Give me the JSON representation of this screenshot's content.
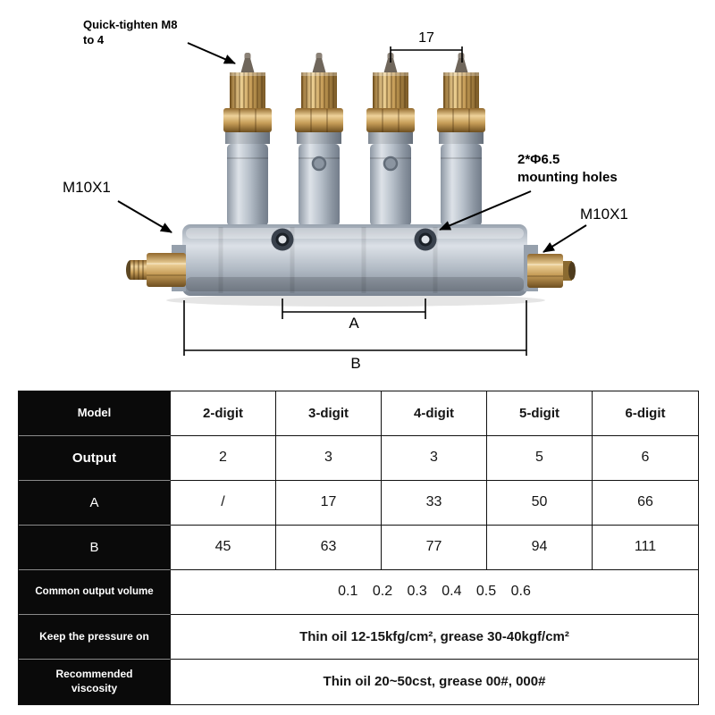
{
  "diagram": {
    "labels": {
      "quick_tighten": "Quick-tighten M8\nto 4",
      "dim_17": "17",
      "m10x1_left": "M10X1",
      "mounting_holes": "2*Φ6.5\nmounting holes",
      "m10x1_right": "M10X1",
      "dim_a": "A",
      "dim_b": "B"
    },
    "colors": {
      "steel": "#b6bfc9",
      "brass": "#c59c57",
      "annotation_line": "#000000"
    }
  },
  "table": {
    "model_row": {
      "label": "Model",
      "columns": [
        "2-digit",
        "3-digit",
        "4-digit",
        "5-digit",
        "6-digit"
      ]
    },
    "rows": [
      {
        "label": "Output",
        "values": [
          "2",
          "3",
          "3",
          "5",
          "6"
        ]
      },
      {
        "label": "A",
        "values": [
          "/",
          "17",
          "33",
          "50",
          "66"
        ]
      },
      {
        "label": "B",
        "values": [
          "45",
          "63",
          "77",
          "94",
          "111"
        ]
      }
    ],
    "span_rows": [
      {
        "label": "Common output volume",
        "value": "0.1 0.2 0.3 0.4 0.5 0.6"
      },
      {
        "label": "Keep the pressure on",
        "value": "Thin oil 12-15kfg/cm², grease 30-40kgf/cm²"
      },
      {
        "label": "Recommended viscosity",
        "value": "Thin oil 20~50cst, grease 00#, 000#"
      }
    ]
  }
}
